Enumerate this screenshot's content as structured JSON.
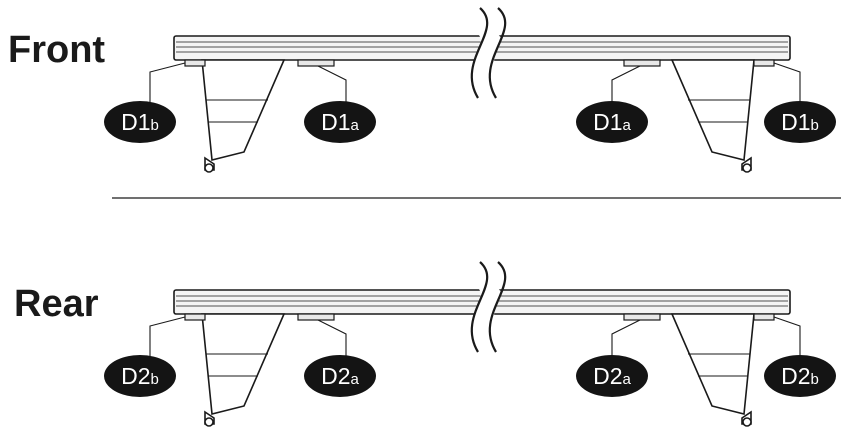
{
  "sections": [
    {
      "label": "Front",
      "callouts": [
        {
          "main": "D1",
          "sub": "b"
        },
        {
          "main": "D1",
          "sub": "a"
        },
        {
          "main": "D1",
          "sub": "a"
        },
        {
          "main": "D1",
          "sub": "b"
        }
      ]
    },
    {
      "label": "Rear",
      "callouts": [
        {
          "main": "D2",
          "sub": "b"
        },
        {
          "main": "D2",
          "sub": "a"
        },
        {
          "main": "D2",
          "sub": "a"
        },
        {
          "main": "D2",
          "sub": "b"
        }
      ]
    }
  ],
  "colors": {
    "ink": "#1a1a1a",
    "badge": "#141414",
    "badge_text": "#ffffff"
  }
}
